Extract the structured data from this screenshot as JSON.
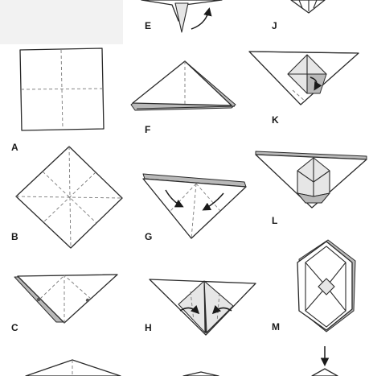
{
  "labels": {
    "A": "A",
    "B": "B",
    "C": "C",
    "E": "E",
    "F": "F",
    "G": "G",
    "H": "H",
    "J": "J",
    "K": "K",
    "L": "L",
    "M": "M"
  }
}
